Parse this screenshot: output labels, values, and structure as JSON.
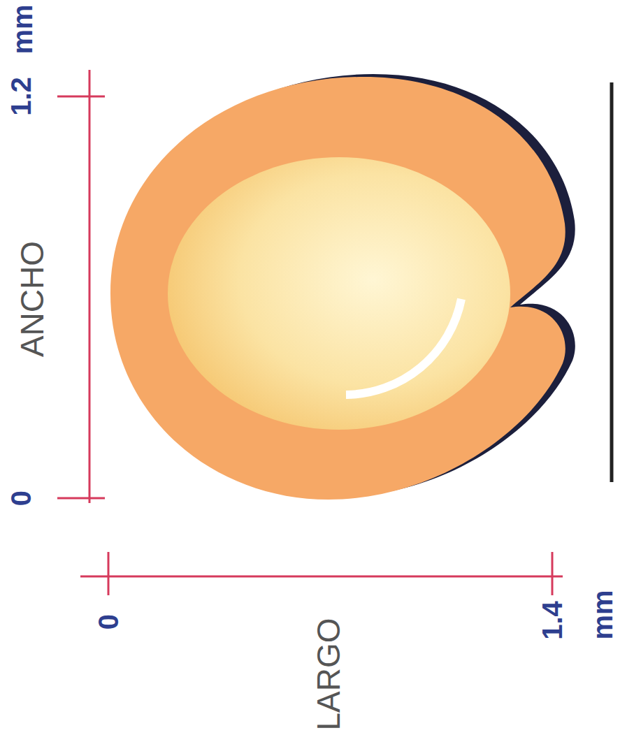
{
  "diagram": {
    "labels": [
      "mm",
      "1.2",
      "ANCHO",
      "0",
      "0",
      "LARGO",
      "1.4",
      "mm"
    ]
  }
}
